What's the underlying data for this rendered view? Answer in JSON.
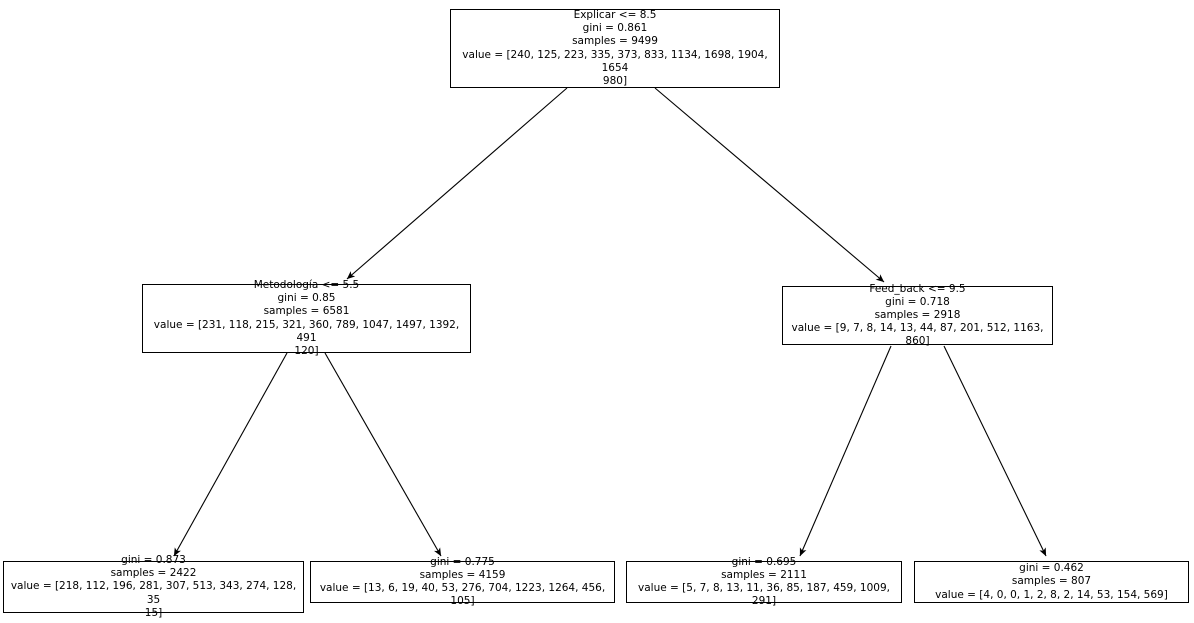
{
  "diagram": {
    "type": "decision-tree",
    "title": "",
    "background_color": "#ffffff",
    "node_border_color": "#000000",
    "edge_color": "#000000",
    "text_color": "#000000"
  },
  "nodes": {
    "root": {
      "id": "root",
      "condition": "Explicar <= 8.5",
      "gini": "gini = 0.861",
      "samples": "samples = 9499",
      "value": "value = [240, 125, 223, 335, 373, 833, 1134, 1698, 1904, 1654\n980]",
      "gini_value": 0.861,
      "samples_value": 9499,
      "class_counts": [
        240,
        125,
        223,
        335,
        373,
        833,
        1134,
        1698,
        1904,
        1654,
        980
      ]
    },
    "left_internal": {
      "id": "left_internal",
      "condition": "Metodología <= 5.5",
      "gini": "gini = 0.85",
      "samples": "samples = 6581",
      "value": "value = [231, 118, 215, 321, 360, 789, 1047, 1497, 1392, 491\n120]",
      "gini_value": 0.85,
      "samples_value": 6581,
      "class_counts": [
        231,
        118,
        215,
        321,
        360,
        789,
        1047,
        1497,
        1392,
        491,
        120
      ]
    },
    "right_internal": {
      "id": "right_internal",
      "condition": "Feed_back <= 9.5",
      "gini": "gini = 0.718",
      "samples": "samples = 2918",
      "value": "value = [9, 7, 8, 14, 13, 44, 87, 201, 512, 1163, 860]",
      "gini_value": 0.718,
      "samples_value": 2918,
      "class_counts": [
        9,
        7,
        8,
        14,
        13,
        44,
        87,
        201,
        512,
        1163,
        860
      ]
    },
    "leaf1": {
      "id": "leaf1",
      "condition": "",
      "gini": "gini = 0.873",
      "samples": "samples = 2422",
      "value": "value = [218, 112, 196, 281, 307, 513, 343, 274, 128, 35\n15]",
      "gini_value": 0.873,
      "samples_value": 2422,
      "class_counts": [
        218,
        112,
        196,
        281,
        307,
        513,
        343,
        274,
        128,
        35,
        15
      ]
    },
    "leaf2": {
      "id": "leaf2",
      "condition": "",
      "gini": "gini = 0.775",
      "samples": "samples = 4159",
      "value": "value = [13, 6, 19, 40, 53, 276, 704, 1223, 1264, 456, 105]",
      "gini_value": 0.775,
      "samples_value": 4159,
      "class_counts": [
        13,
        6,
        19,
        40,
        53,
        276,
        704,
        1223,
        1264,
        456,
        105
      ]
    },
    "leaf3": {
      "id": "leaf3",
      "condition": "",
      "gini": "gini = 0.695",
      "samples": "samples = 2111",
      "value": "value = [5, 7, 8, 13, 11, 36, 85, 187, 459, 1009, 291]",
      "gini_value": 0.695,
      "samples_value": 2111,
      "class_counts": [
        5,
        7,
        8,
        13,
        11,
        36,
        85,
        187,
        459,
        1009,
        291
      ]
    },
    "leaf4": {
      "id": "leaf4",
      "condition": "",
      "gini": "gini = 0.462",
      "samples": "samples = 807",
      "value": "value = [4, 0, 0, 1, 2, 8, 2, 14, 53, 154, 569]",
      "gini_value": 0.462,
      "samples_value": 807,
      "class_counts": [
        4,
        0,
        0,
        1,
        2,
        8,
        2,
        14,
        53,
        154,
        569
      ]
    }
  },
  "edges": [
    {
      "from": "root",
      "to": "left_internal",
      "branch": "true"
    },
    {
      "from": "root",
      "to": "right_internal",
      "branch": "false"
    },
    {
      "from": "left_internal",
      "to": "leaf1",
      "branch": "true"
    },
    {
      "from": "left_internal",
      "to": "leaf2",
      "branch": "false"
    },
    {
      "from": "right_internal",
      "to": "leaf3",
      "branch": "true"
    },
    {
      "from": "right_internal",
      "to": "leaf4",
      "branch": "false"
    }
  ]
}
